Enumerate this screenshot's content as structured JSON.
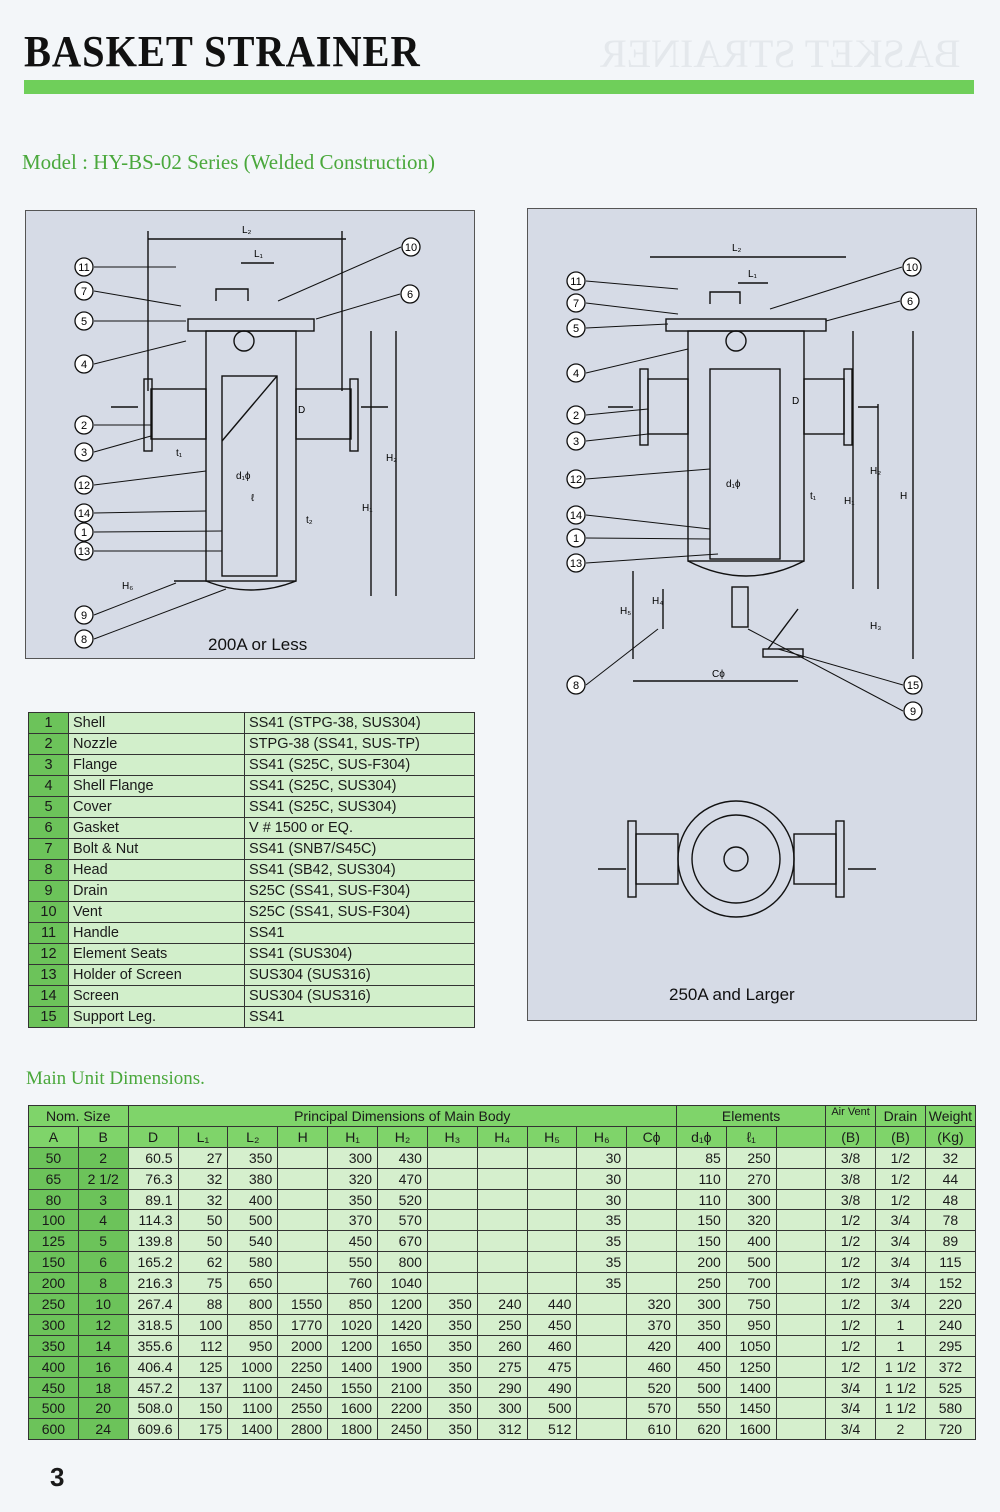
{
  "header": {
    "title": "BASKET STRAINER",
    "subtitle": "Model : HY-BS-02 Series (Welded Construction)"
  },
  "diagram_small": {
    "caption": "200A or Less",
    "dimension_labels": [
      "L₂",
      "L₁",
      "D",
      "H₁",
      "H₂",
      "H₆",
      "d₁ϕ",
      "ℓ",
      "t₁",
      "t₂"
    ],
    "callouts": [
      "11",
      "7",
      "5",
      "4",
      "2",
      "3",
      "12",
      "14",
      "1",
      "13",
      "9",
      "8",
      "10",
      "6"
    ]
  },
  "diagram_large": {
    "caption": "250A and Larger",
    "dimension_labels": [
      "L₂",
      "L₁",
      "D",
      "H₁",
      "H₂",
      "H",
      "H₃",
      "H₄",
      "H₅",
      "Cϕ",
      "d₁ϕ",
      "t₁"
    ],
    "callouts": [
      "11",
      "7",
      "5",
      "4",
      "2",
      "3",
      "12",
      "14",
      "1",
      "13",
      "8",
      "10",
      "6",
      "15",
      "9"
    ]
  },
  "materials": [
    {
      "no": "1",
      "part": "Shell",
      "material": "SS41 (STPG-38, SUS304)"
    },
    {
      "no": "2",
      "part": "Nozzle",
      "material": "STPG-38 (SS41, SUS-TP)"
    },
    {
      "no": "3",
      "part": "Flange",
      "material": "SS41 (S25C, SUS-F304)"
    },
    {
      "no": "4",
      "part": "Shell Flange",
      "material": "SS41 (S25C, SUS304)"
    },
    {
      "no": "5",
      "part": "Cover",
      "material": "SS41 (S25C, SUS304)"
    },
    {
      "no": "6",
      "part": "Gasket",
      "material": "V # 1500 or EQ."
    },
    {
      "no": "7",
      "part": "Bolt & Nut",
      "material": "SS41 (SNB7/S45C)"
    },
    {
      "no": "8",
      "part": "Head",
      "material": "SS41 (SB42, SUS304)"
    },
    {
      "no": "9",
      "part": "Drain",
      "material": "S25C (SS41, SUS-F304)"
    },
    {
      "no": "10",
      "part": "Vent",
      "material": "S25C (SS41, SUS-F304)"
    },
    {
      "no": "11",
      "part": "Handle",
      "material": "SS41"
    },
    {
      "no": "12",
      "part": "Element Seats",
      "material": "SS41 (SUS304)"
    },
    {
      "no": "13",
      "part": "Holder of Screen",
      "material": "SUS304 (SUS316)"
    },
    {
      "no": "14",
      "part": "Screen",
      "material": "SUS304 (SUS316)"
    },
    {
      "no": "15",
      "part": "Support Leg.",
      "material": "SS41"
    }
  ],
  "dimensions": {
    "section_title": "Main Unit Dimensions.",
    "group_headers": {
      "nom_size": "Nom. Size",
      "principal": "Principal Dimensions of Main Body",
      "elements": "Elements",
      "air_vent": "Air Vent",
      "drain": "Drain",
      "weight": "Weight"
    },
    "columns": [
      "A",
      "B",
      "D",
      "L₁",
      "L₂",
      "H",
      "H₁",
      "H₂",
      "H₃",
      "H₄",
      "H₅",
      "H₆",
      "Cϕ",
      "d₁ϕ",
      "ℓ₁",
      "",
      "(B)",
      "(B)",
      "(Kg)"
    ],
    "rows": [
      [
        "50",
        "2",
        "60.5",
        "27",
        "350",
        "",
        "300",
        "430",
        "",
        "",
        "",
        "30",
        "",
        "85",
        "250",
        "",
        "3/8",
        "1/2",
        "32"
      ],
      [
        "65",
        "2 1/2",
        "76.3",
        "32",
        "380",
        "",
        "320",
        "470",
        "",
        "",
        "",
        "30",
        "",
        "110",
        "270",
        "",
        "3/8",
        "1/2",
        "44"
      ],
      [
        "80",
        "3",
        "89.1",
        "32",
        "400",
        "",
        "350",
        "520",
        "",
        "",
        "",
        "30",
        "",
        "110",
        "300",
        "",
        "3/8",
        "1/2",
        "48"
      ],
      [
        "100",
        "4",
        "114.3",
        "50",
        "500",
        "",
        "370",
        "570",
        "",
        "",
        "",
        "35",
        "",
        "150",
        "320",
        "",
        "1/2",
        "3/4",
        "78"
      ],
      [
        "125",
        "5",
        "139.8",
        "50",
        "540",
        "",
        "450",
        "670",
        "",
        "",
        "",
        "35",
        "",
        "150",
        "400",
        "",
        "1/2",
        "3/4",
        "89"
      ],
      [
        "150",
        "6",
        "165.2",
        "62",
        "580",
        "",
        "550",
        "800",
        "",
        "",
        "",
        "35",
        "",
        "200",
        "500",
        "",
        "1/2",
        "3/4",
        "115"
      ],
      [
        "200",
        "8",
        "216.3",
        "75",
        "650",
        "",
        "760",
        "1040",
        "",
        "",
        "",
        "35",
        "",
        "250",
        "700",
        "",
        "1/2",
        "3/4",
        "152"
      ],
      [
        "250",
        "10",
        "267.4",
        "88",
        "800",
        "1550",
        "850",
        "1200",
        "350",
        "240",
        "440",
        "",
        "320",
        "300",
        "750",
        "",
        "1/2",
        "3/4",
        "220"
      ],
      [
        "300",
        "12",
        "318.5",
        "100",
        "850",
        "1770",
        "1020",
        "1420",
        "350",
        "250",
        "450",
        "",
        "370",
        "350",
        "950",
        "",
        "1/2",
        "1",
        "240"
      ],
      [
        "350",
        "14",
        "355.6",
        "112",
        "950",
        "2000",
        "1200",
        "1650",
        "350",
        "260",
        "460",
        "",
        "420",
        "400",
        "1050",
        "",
        "1/2",
        "1",
        "295"
      ],
      [
        "400",
        "16",
        "406.4",
        "125",
        "1000",
        "2250",
        "1400",
        "1900",
        "350",
        "275",
        "475",
        "",
        "460",
        "450",
        "1250",
        "",
        "1/2",
        "1 1/2",
        "372"
      ],
      [
        "450",
        "18",
        "457.2",
        "137",
        "1100",
        "2450",
        "1550",
        "2100",
        "350",
        "290",
        "490",
        "",
        "520",
        "500",
        "1400",
        "",
        "3/4",
        "1 1/2",
        "525"
      ],
      [
        "500",
        "20",
        "508.0",
        "150",
        "1100",
        "2550",
        "1600",
        "2200",
        "350",
        "300",
        "500",
        "",
        "570",
        "550",
        "1450",
        "",
        "3/4",
        "1 1/2",
        "580"
      ],
      [
        "600",
        "24",
        "609.6",
        "175",
        "1400",
        "2800",
        "1800",
        "2450",
        "350",
        "312",
        "512",
        "",
        "610",
        "620",
        "1600",
        "",
        "3/4",
        "2",
        "720"
      ]
    ]
  },
  "page_number": "3"
}
